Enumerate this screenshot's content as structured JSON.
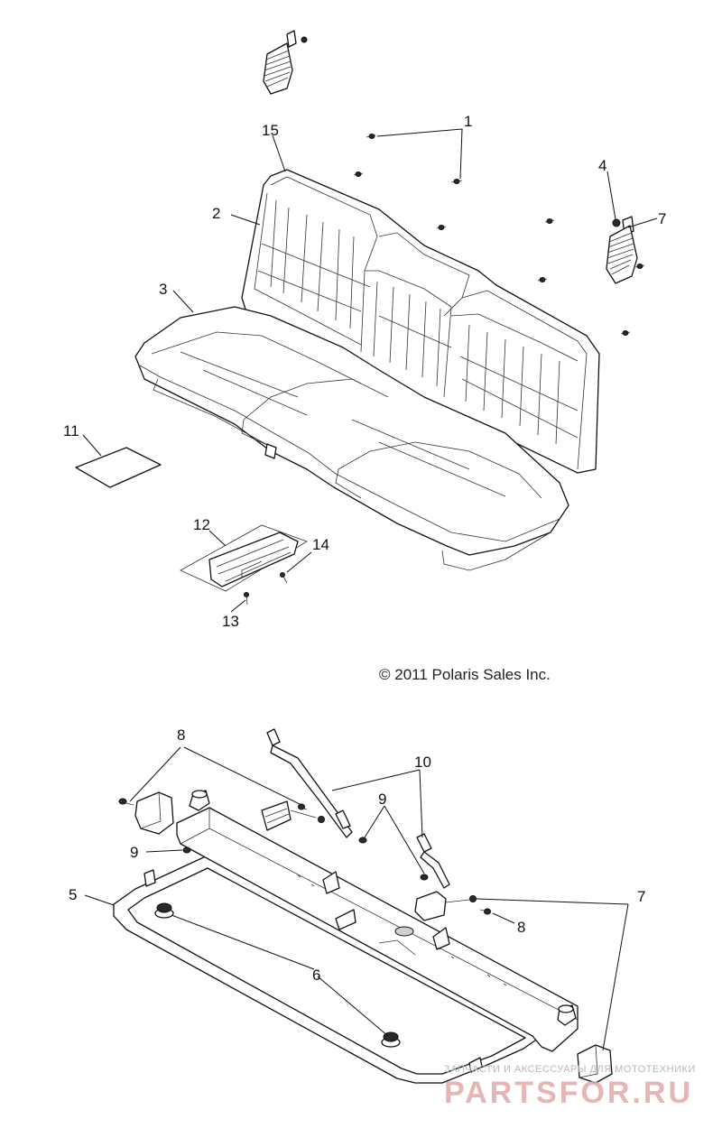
{
  "callouts": {
    "c1": "1",
    "c2": "2",
    "c3": "3",
    "c4": "4",
    "c5": "5",
    "c6": "6",
    "c7a": "7",
    "c7b": "7",
    "c8a": "8",
    "c8b": "8",
    "c9a": "9",
    "c9b": "9",
    "c10": "10",
    "c11": "11",
    "c12": "12",
    "c13": "13",
    "c14": "14",
    "c15": "15"
  },
  "copyright": "© 2011 Polaris Sales Inc.",
  "watermark": {
    "line1": "ЗАПЧАСТИ И АКСЕССУАРЫ ДЛЯ МОТОТЕХНИКИ",
    "logo": "PARTSFOR.RU"
  }
}
